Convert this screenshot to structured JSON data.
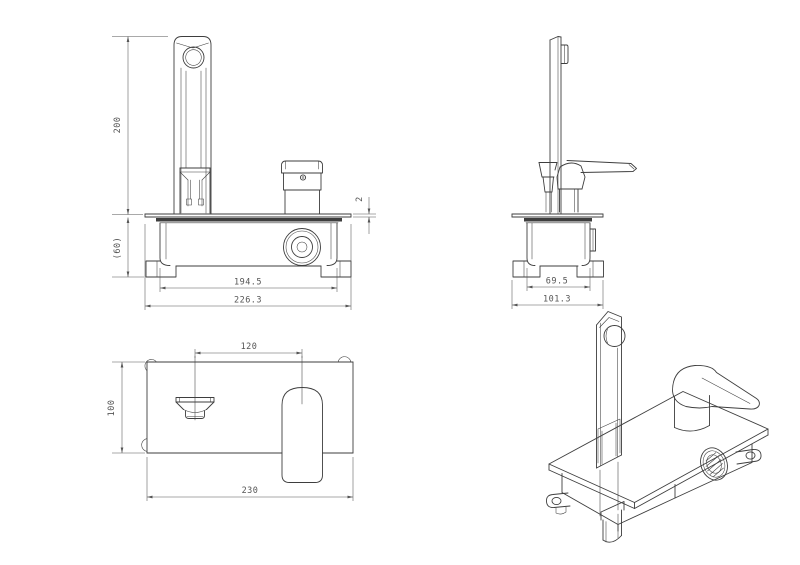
{
  "drawing": {
    "background": "#ffffff",
    "line_color": "#3e3e3e",
    "dim_color": "#555555",
    "views": {
      "front_view": {
        "dims": {
          "column_height": "200",
          "housing_height_ref": "(60)",
          "housing_width": "194.5",
          "plate_width": "226.3",
          "plate_thickness": "2"
        }
      },
      "side_view": {
        "dims": {
          "housing_depth": "69.5",
          "plate_depth": "101.3"
        }
      },
      "top_view": {
        "dims": {
          "spout_to_handle_spacing": "120",
          "plate_depth": "100",
          "plate_width": "230"
        }
      },
      "isometric_view": {}
    }
  }
}
